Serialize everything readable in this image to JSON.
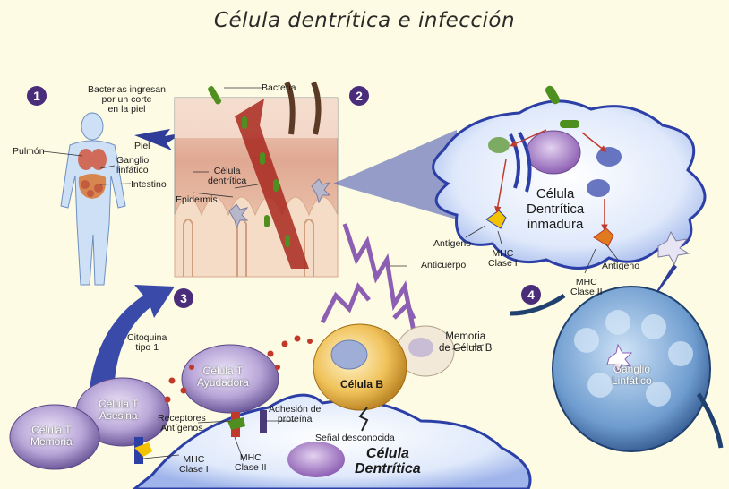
{
  "title": "Célula dentrítica e infección",
  "steps": [
    "1",
    "2",
    "3",
    "4"
  ],
  "labels": {
    "bacteria_enter": "Bacterias ingresan\npor un corte\nen la piel",
    "bacteria": "Bacteria",
    "pulmon": "Pulmón",
    "piel": "Piel",
    "ganglio_linfatico": "Ganglio\nlinfático",
    "intestino": "Intestino",
    "celula_dentritica_small": "Célula\ndentrítica",
    "epidermis": "Epidermis",
    "celula_dentritica_inmadura": "Célula\nDentrítica\ninmadura",
    "antigeno_left": "Antígeno",
    "mhc_clase_i_top": "MHC\nClase I",
    "mhc_clase_ii_top": "MHC\nClase II",
    "antigeno_right": "Antígeno",
    "anticuerpo": "Anticuerpo",
    "citoquina": "Citoquina\ntipo 1",
    "memoria_celula_b": "Memoria\nde Célula B",
    "celula_t_ayudadora": "Célula T\nAyudadora",
    "celula_b": "Célula B",
    "ganglio_big": "Ganglio\nLinfático",
    "celula_t_asesina": "Célula T\nAsesina",
    "celula_t_memoria": "Célula T\nMemoria",
    "receptores_antigenos": "Receptores\nAntígenos",
    "adhesion_proteina": "Adhesión de\nproteína",
    "senal_desconocida": "Señal desconocida",
    "celula_dentritica_bottom": "Célula\nDentrítica",
    "mhc_clase_i_bottom": "MHC\nClase I",
    "mhc_clase_ii_bottom": "MHC\nClase II"
  },
  "colors": {
    "background": "#fdfbe3",
    "step_badge": "#4a2d7a",
    "dendritic_cell": "#dfe9fb",
    "dendritic_edge": "#2c3fa6",
    "skin": "#e7b9a0",
    "bacteria": "#4f8f1f",
    "t_cell": "#b9a6d8",
    "b_cell": "#f0c25a",
    "arrow": "#2f3d98"
  }
}
